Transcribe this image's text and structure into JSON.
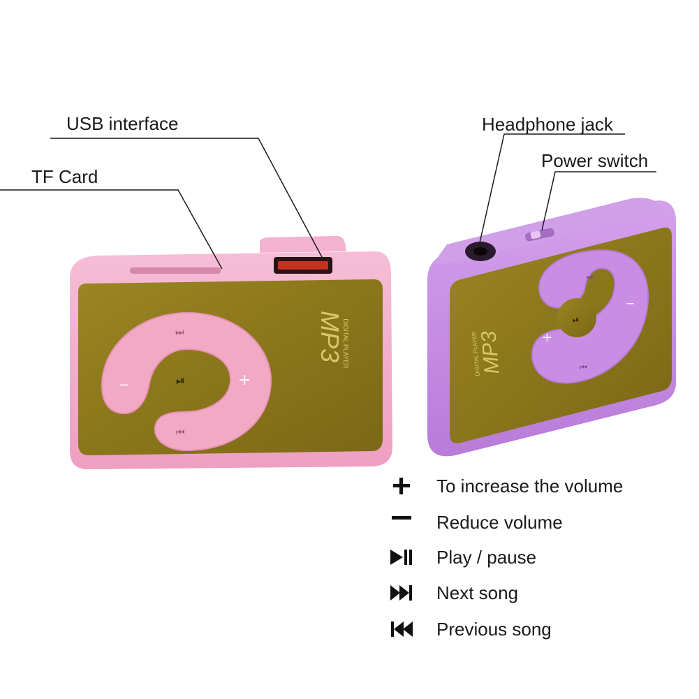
{
  "labels": {
    "usb_interface": "USB interface",
    "tf_card": "TF Card",
    "headphone_jack": "Headphone jack",
    "power_switch": "Power switch"
  },
  "device_left": {
    "brand": "MP3",
    "subtitle": "DIGITAL PLAYER",
    "body_color": "#f2a9c9",
    "wheel_color": "#f3aec6",
    "face_color": "#8c7a1e"
  },
  "device_right": {
    "brand": "MP3",
    "subtitle": "DIGITAL PLAYER",
    "body_color": "#c58be0",
    "wheel_color": "#c78ce3",
    "face_color": "#8c7a1e"
  },
  "legend": [
    {
      "icon": "plus-icon",
      "text": "To increase the volume"
    },
    {
      "icon": "minus-icon",
      "text": "Reduce volume"
    },
    {
      "icon": "play-pause-icon",
      "text": "Play / pause"
    },
    {
      "icon": "next-song-icon",
      "text": "Next song"
    },
    {
      "icon": "previous-song-icon",
      "text": "Previous song"
    }
  ]
}
